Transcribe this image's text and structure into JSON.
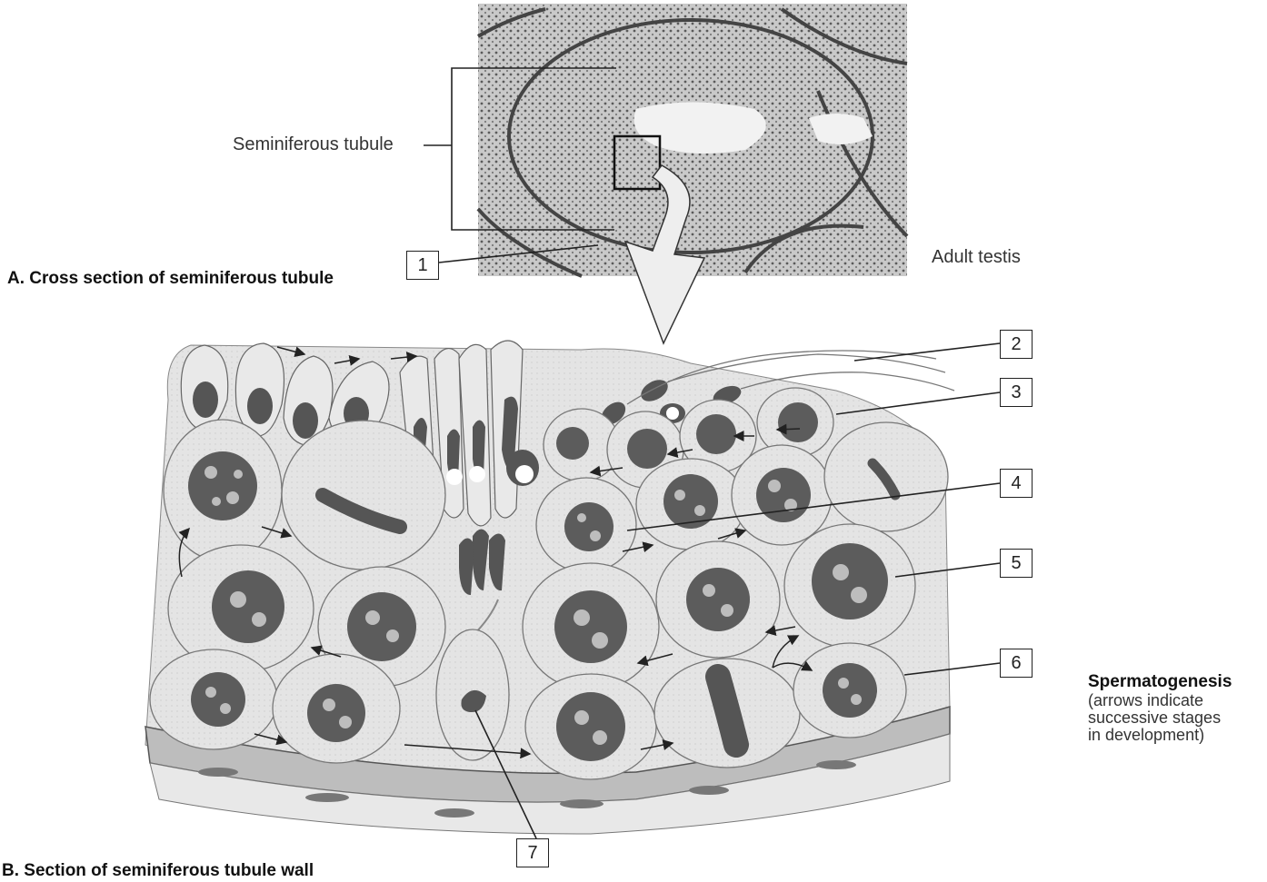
{
  "labels": {
    "seminiferous_tubule": "Seminiferous tubule",
    "adult_testis": "Adult testis"
  },
  "headings": {
    "a": "A. Cross section of seminiferous tubule",
    "b": "B. Section of seminiferous tubule wall"
  },
  "caption": {
    "title": "Spermatogenesis",
    "line1": "(arrows indicate",
    "line2": "successive stages",
    "line3": "in development)"
  },
  "callouts": [
    "1",
    "2",
    "3",
    "4",
    "5",
    "6",
    "7"
  ],
  "colors": {
    "tissue": "#d9d9d9",
    "cell": "#e6e6e6",
    "nucleus": "#6f6f6f",
    "dark": "#4a4a4a",
    "line": "#222222"
  }
}
